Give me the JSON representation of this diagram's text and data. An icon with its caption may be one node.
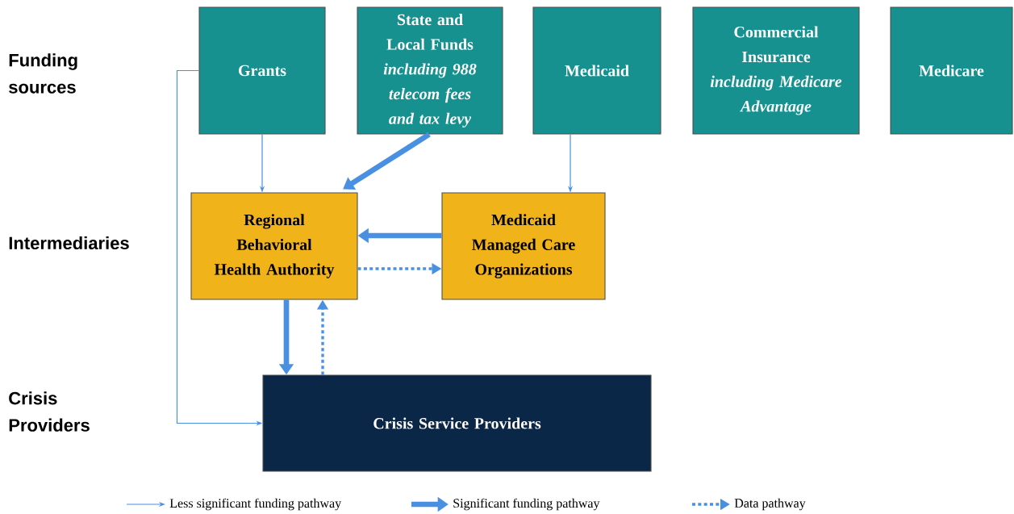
{
  "diagram": {
    "nodes": [
      {
        "text": [
          "Grants"
        ]
      },
      {
        "text": [
          "State and Local Funds",
          "including 988 telecom fees and tax levy"
        ]
      },
      {
        "text": [
          "Medicaid"
        ]
      },
      {
        "text": [
          "Commercial Insurance",
          "including Medicare Advantage"
        ]
      },
      {
        "text": [
          "Medicare"
        ]
      },
      {
        "text": [
          "Regional Behavioral Health Authority"
        ]
      },
      {
        "text": [
          "Medicaid Managed Care Organizations"
        ]
      },
      {
        "text": [
          "Crisis Service Providers"
        ]
      }
    ],
    "edges": [
      {
        "from": 0,
        "to": 5,
        "arrow": "to"
      },
      {
        "from": 1,
        "to": 5,
        "arrow": "to",
        "style": "thick"
      },
      {
        "from": 2,
        "to": 6,
        "arrow": "to"
      },
      {
        "from": 6,
        "to": 5,
        "arrow": "to",
        "style": "thick"
      },
      {
        "from": 5,
        "to": 6,
        "arrow": "to",
        "style": "dashed"
      },
      {
        "from": 5,
        "to": 7,
        "arrow": "to",
        "style": "thick"
      },
      {
        "from": 7,
        "to": 5,
        "arrow": "to",
        "style": "dashed"
      },
      {
        "from": 0,
        "to": 7,
        "arrow": "to"
      }
    ],
    "labels": [
      "Funding sources",
      "Intermediaries",
      "Crisis Providers"
    ],
    "legend": [
      {
        "text": "Less significant funding pathway"
      },
      {
        "text": "Significant funding pathway"
      },
      {
        "text": "Data pathway"
      }
    ]
  }
}
